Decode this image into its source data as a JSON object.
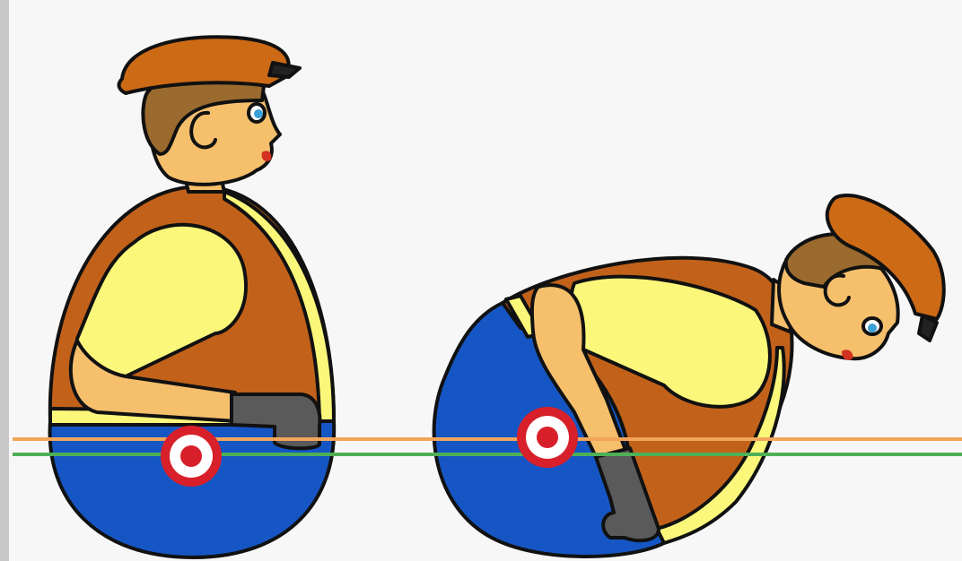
{
  "colors": {
    "background": "#f7f7f7",
    "left_border": "#c8c8c8",
    "outline": "#111111",
    "skin": "#f5bf6c",
    "hair": "#9a6a2e",
    "cap": "#cd6a16",
    "vest": "#c2621a",
    "shirt": "#fbf77a",
    "pants": "#1656c4",
    "glove": "#5a5a5a",
    "eye": "#3aa0d6",
    "lips": "#d23020",
    "target_red": "#d8202a",
    "target_white": "#ffffff",
    "line_orange": "#f2a55a",
    "line_green": "#4eb056"
  },
  "figures": [
    {
      "pose": "upright",
      "has_center_of_mass_marker": true
    },
    {
      "pose": "bent-forward",
      "has_center_of_mass_marker": true
    }
  ],
  "reference_lines": [
    {
      "color_key": "line_orange"
    },
    {
      "color_key": "line_green"
    }
  ]
}
